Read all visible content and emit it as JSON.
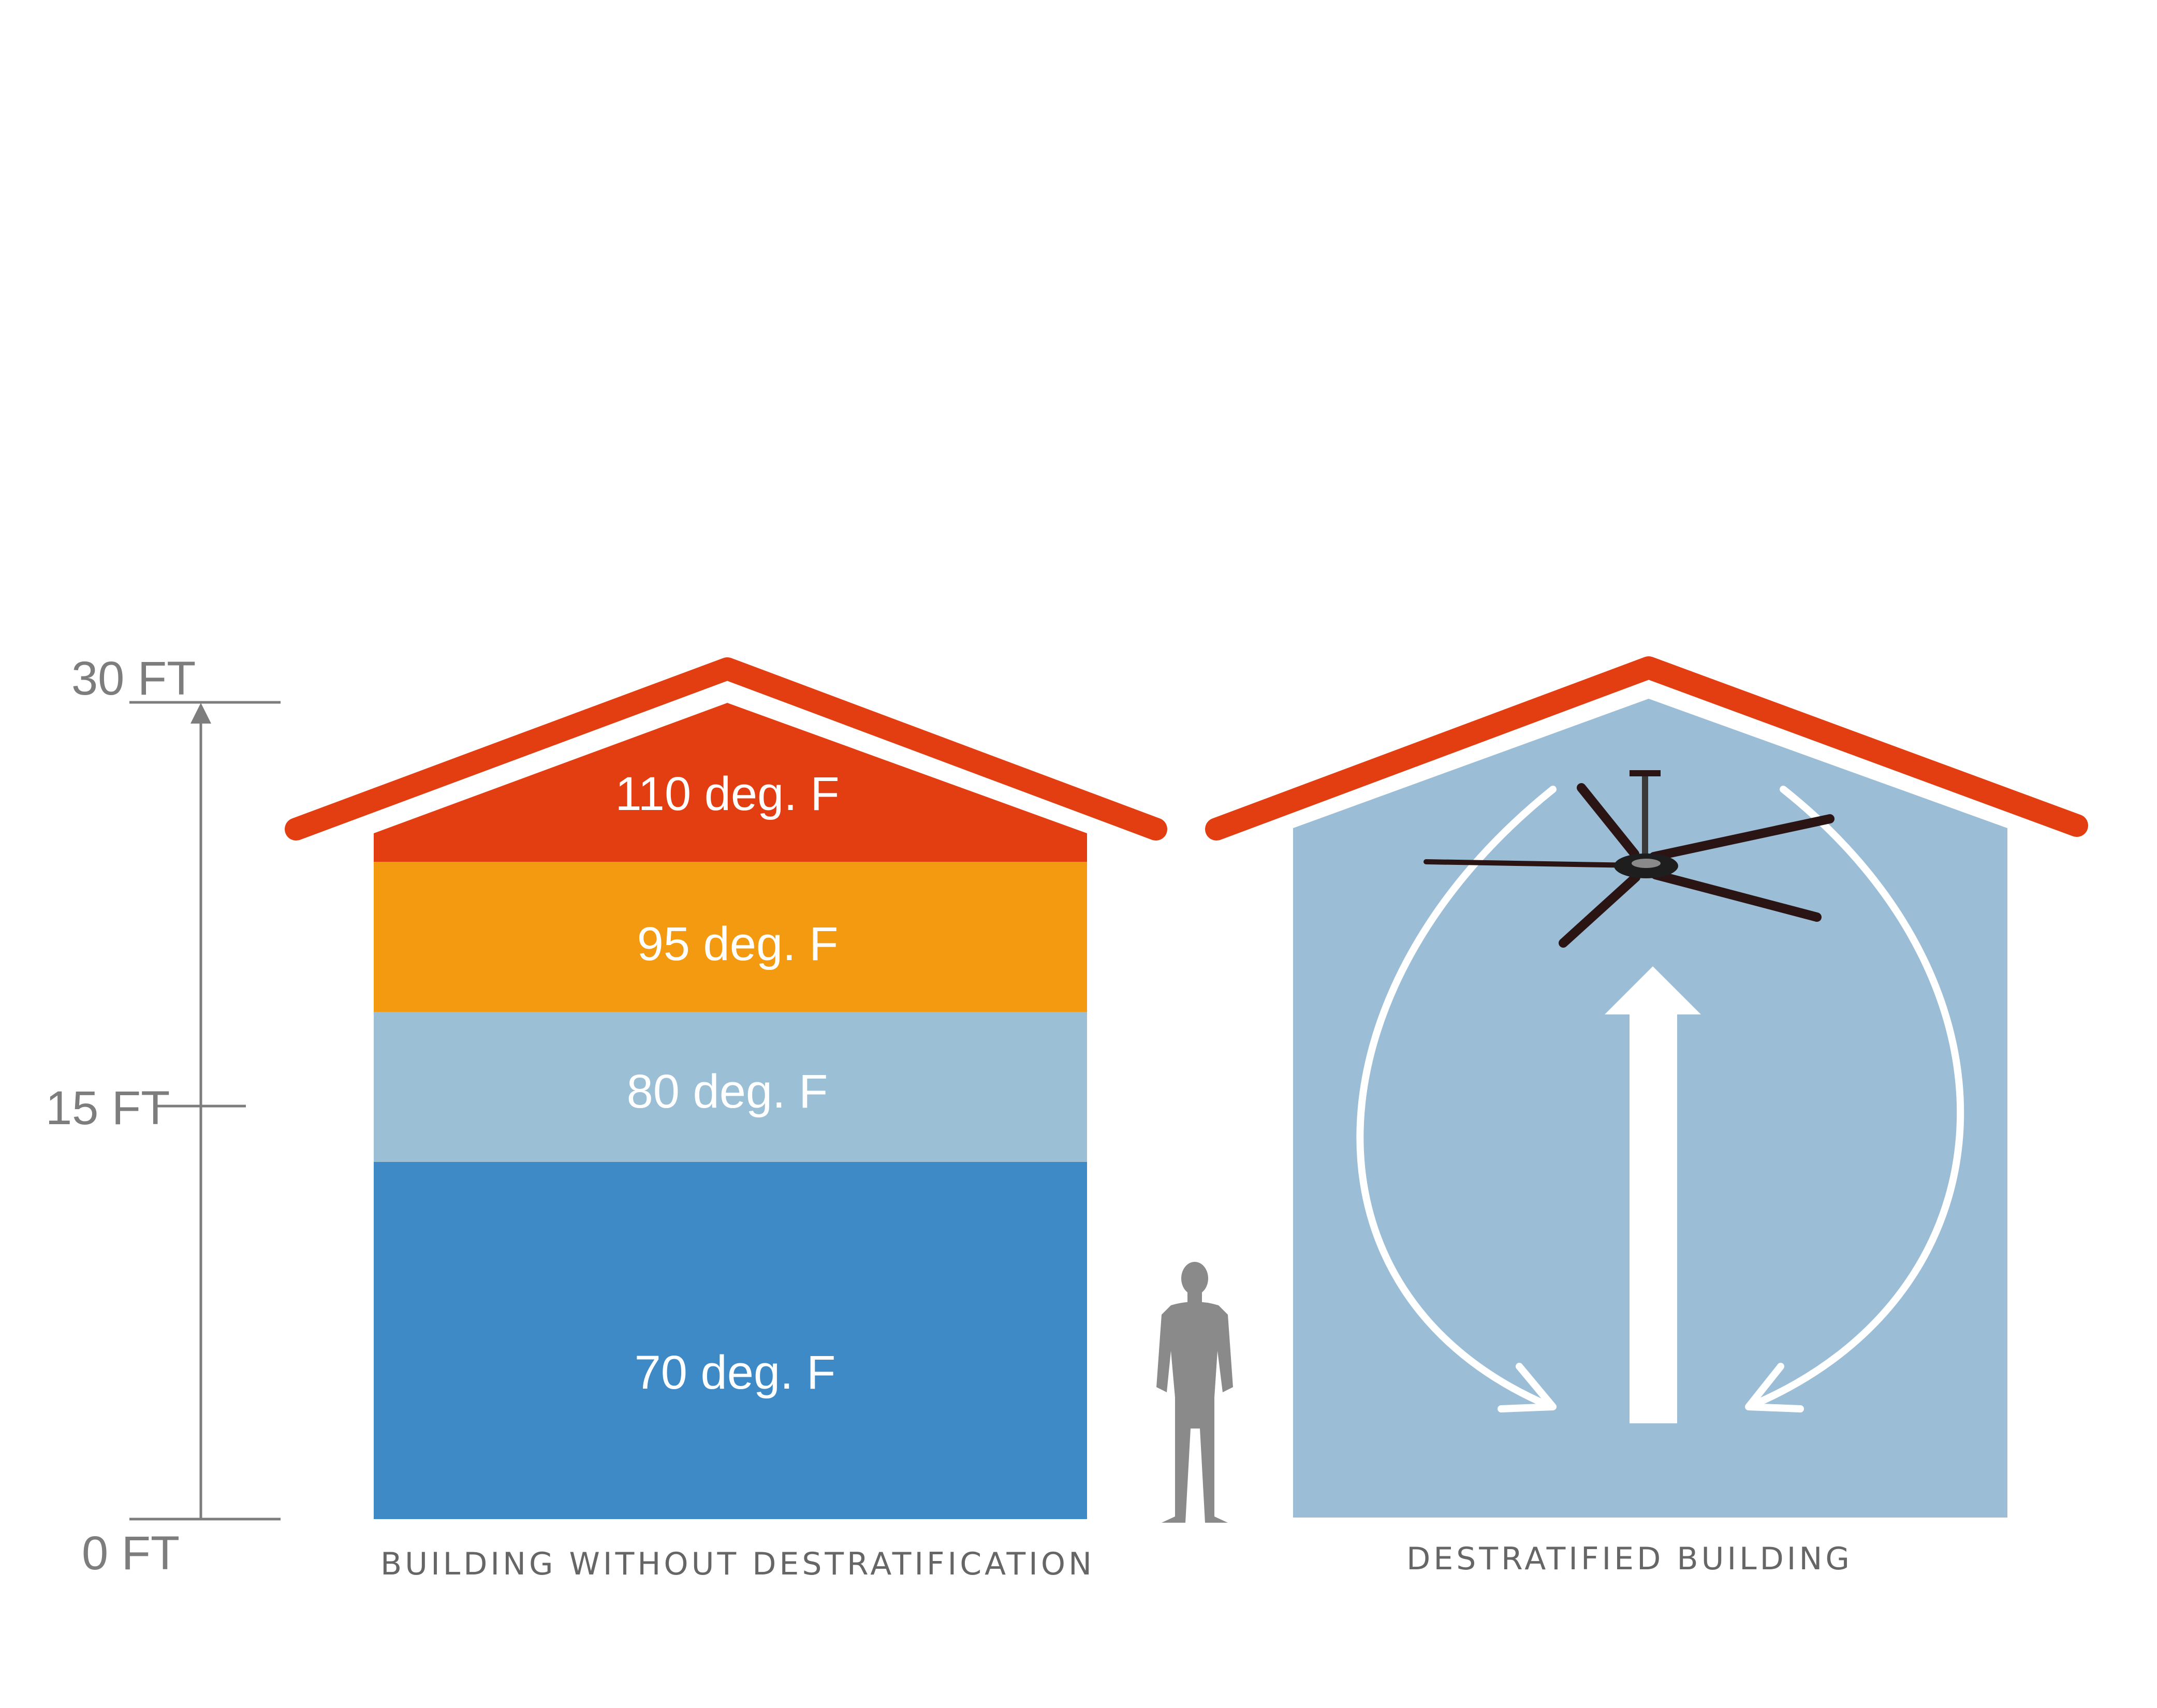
{
  "colors": {
    "roof": "#e33d12",
    "band_110": "#e33d12",
    "band_95": "#f39a10",
    "band_80": "#9bbfd5",
    "band_70": "#3d8ac7",
    "destratified_fill": "#9bbdd6",
    "scale": "#7d7d7d",
    "person": "#8a8a8a",
    "fan": "#2a1414",
    "arrows": "#ffffff"
  },
  "scale": {
    "top_label": "30 FT",
    "mid_label": "15 FT",
    "bottom_label": "0 FT"
  },
  "left_building": {
    "bands": [
      {
        "label": "110 deg. F",
        "color_key": "band_110"
      },
      {
        "label": "95 deg. F",
        "color_key": "band_95"
      },
      {
        "label": "80 deg. F",
        "color_key": "band_80"
      },
      {
        "label": "70 deg. F",
        "color_key": "band_70"
      }
    ],
    "caption": "BUILDING WITHOUT DESTRATIFICATION"
  },
  "right_building": {
    "caption": "DESTRATIFIED BUILDING",
    "icons": [
      "ceiling-fan-icon",
      "up-arrow-icon",
      "circulation-arrows-icon"
    ]
  },
  "person_icon": "person-silhouette-icon"
}
